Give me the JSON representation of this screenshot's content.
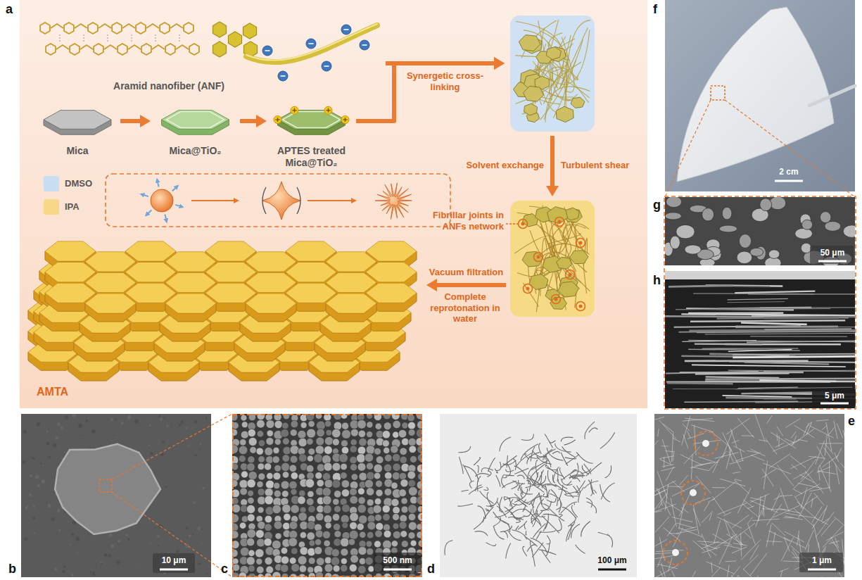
{
  "diagram": {
    "nodes": [
      {
        "text": [
          "Aramid nanofiber (ANF)"
        ]
      },
      {
        "text": [
          "Mica"
        ]
      },
      {
        "text": [
          "Mica@TiO₂"
        ]
      },
      {
        "text": [
          "APTES treated Mica@TiO₂"
        ]
      },
      {
        "text": []
      },
      {
        "text": []
      },
      {
        "text": [
          "AMTA"
        ]
      }
    ],
    "edges": [
      {
        "from": 1,
        "to": 2,
        "arrow": "to"
      },
      {
        "from": 2,
        "to": 3,
        "arrow": "to"
      },
      {
        "from": 0,
        "to": 4,
        "label": "Synergetic cross-linking",
        "arrow": "to"
      },
      {
        "from": 3,
        "to": 4,
        "arrow": "to"
      },
      {
        "from": 4,
        "to": 5,
        "label": "Solvent exchange",
        "arrow": "to"
      },
      {
        "from": 5,
        "to": 6,
        "label": "Vacuum filtration",
        "arrow": "to"
      }
    ],
    "labels": [
      "a",
      "Fibrillar joints in ANFs network",
      "Turbulent shear",
      "Complete reprotonation in water",
      "b",
      "10 μm",
      "c",
      "500 nm",
      "d",
      "100 μm",
      "e",
      "1 μm",
      "f",
      "2 cm",
      "g",
      "50 μm",
      "h",
      "5 μm"
    ],
    "legend": [
      {
        "text": "DMSO",
        "color": "#c9def2"
      },
      {
        "text": "IPA",
        "color": "#f6d888"
      }
    ]
  }
}
